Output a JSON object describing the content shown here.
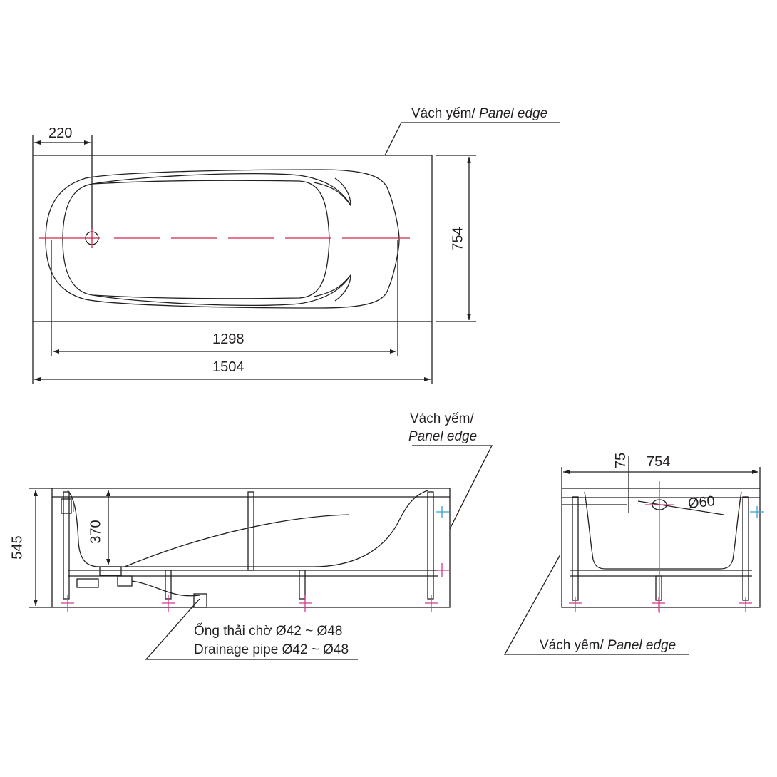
{
  "colors": {
    "line": "#231f20",
    "centerline": "#d0284a",
    "anchor": "#d43a8c",
    "wallmark": "#3aa0d0",
    "background": "#ffffff"
  },
  "top_view": {
    "panel_label": {
      "vi": "Vách yếm/",
      "en": "Panel edge"
    },
    "dims": {
      "drain_offset": "220",
      "inner_length": "1298",
      "overall_length": "1504",
      "width": "754"
    }
  },
  "side_view": {
    "panel_label": {
      "vi": "Vách yếm/",
      "en": "Panel edge"
    },
    "dims": {
      "height": "545",
      "depth": "370"
    },
    "drain_label": {
      "line1": "Ống thải chờ Ø42 ~ Ø48",
      "line2": "Drainage pipe Ø42 ~ Ø48"
    }
  },
  "end_view": {
    "panel_label": {
      "vi": "Vách yếm/",
      "en": "Panel edge"
    },
    "dims": {
      "width": "754",
      "overflow_offset": "75",
      "overflow_diameter": "Ø60"
    }
  }
}
